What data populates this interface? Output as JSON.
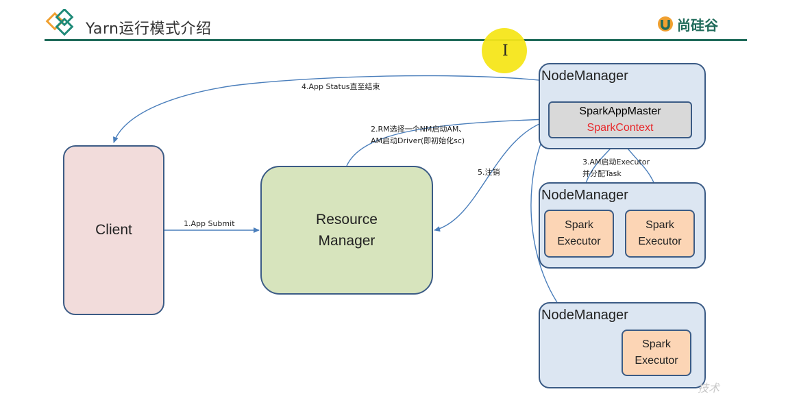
{
  "header": {
    "title": "Yarn运行模式介绍",
    "brand": "尚硅谷",
    "colors": {
      "rule": "#1f6b5a",
      "logo_green": "#1f6b5a",
      "logo_orange": "#f0a030"
    }
  },
  "nodes": {
    "client": "Client",
    "resource_manager": [
      "Resource",
      "Manager"
    ],
    "node_manager_label": "NodeManager",
    "app_master": {
      "name": "SparkAppMaster",
      "context": "SparkContext"
    },
    "executor": [
      "Spark",
      "Executor"
    ]
  },
  "edges": {
    "step1": "1.App Submit",
    "step2_line1": "2.RM选择一个NM启动AM、",
    "step2_line2": "AM启动Driver(即初始化sc)",
    "step3_line1": "3.AM启动Executor",
    "step3_line2": "并分配Task",
    "step4": "4.App Status直至结束",
    "step5": "5.注销"
  },
  "colors": {
    "client_fill": "#f2dcdb",
    "rm_fill": "#d7e4bd",
    "nm_fill": "#dce6f2",
    "am_fill": "#d9d9d9",
    "executor_fill": "#fcd5b5",
    "border": "#3b5b85",
    "arrow": "#4a7ebb",
    "context_text": "#e8282b"
  },
  "watermark": "技术"
}
